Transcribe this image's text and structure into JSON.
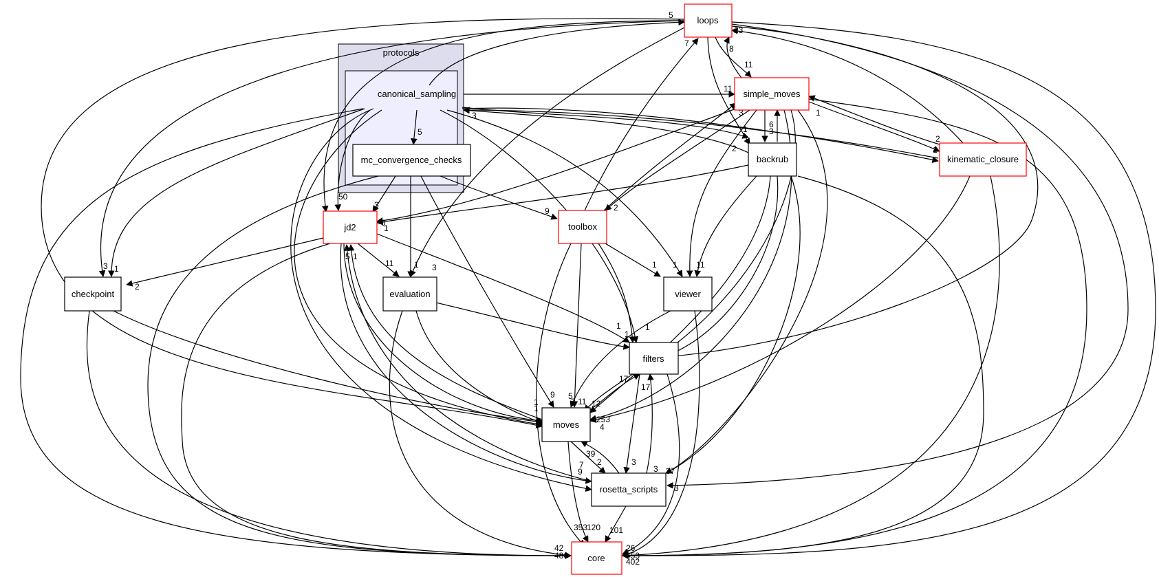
{
  "clusters": {
    "protocols": "protocols"
  },
  "nodes": {
    "loops": {
      "label": "loops",
      "color": "#ff0000"
    },
    "simple_moves": {
      "label": "simple_moves",
      "color": "#ff0000"
    },
    "canonical_sampling": {
      "label": "canonical_sampling",
      "color": "#000000"
    },
    "mc_convergence_checks": {
      "label": "mc_convergence_checks",
      "color": "#000000"
    },
    "backrub": {
      "label": "backrub",
      "color": "#000000"
    },
    "kinematic_closure": {
      "label": "kinematic_closure",
      "color": "#ff0000"
    },
    "jd2": {
      "label": "jd2",
      "color": "#ff0000"
    },
    "toolbox": {
      "label": "toolbox",
      "color": "#ff0000"
    },
    "checkpoint": {
      "label": "checkpoint",
      "color": "#000000"
    },
    "evaluation": {
      "label": "evaluation",
      "color": "#000000"
    },
    "viewer": {
      "label": "viewer",
      "color": "#000000"
    },
    "filters": {
      "label": "filters",
      "color": "#000000"
    },
    "moves": {
      "label": "moves",
      "color": "#000000"
    },
    "rosetta_scripts": {
      "label": "rosetta_scripts",
      "color": "#000000"
    },
    "core": {
      "label": "core",
      "color": "#ff0000"
    }
  },
  "edge_labels": [
    "5",
    "23",
    "7",
    "8",
    "11",
    "11",
    "3",
    "6",
    "3",
    "1",
    "2",
    "1",
    "1",
    "2",
    "3",
    "5",
    "50",
    "3",
    "6",
    "1",
    "9",
    "2",
    "11",
    "1",
    "3",
    "1",
    "3",
    "1",
    "2",
    "5",
    "1",
    "1",
    "1",
    "1",
    "1",
    "1",
    "1",
    "1",
    "1",
    "39",
    "3",
    "17",
    "17",
    "12",
    "11",
    "5",
    "3",
    "9",
    "253",
    "4",
    "39",
    "2",
    "7",
    "9",
    "3",
    "3",
    "37",
    "3",
    "353",
    "120",
    "101",
    "42",
    "486",
    "26",
    "453",
    "402"
  ]
}
